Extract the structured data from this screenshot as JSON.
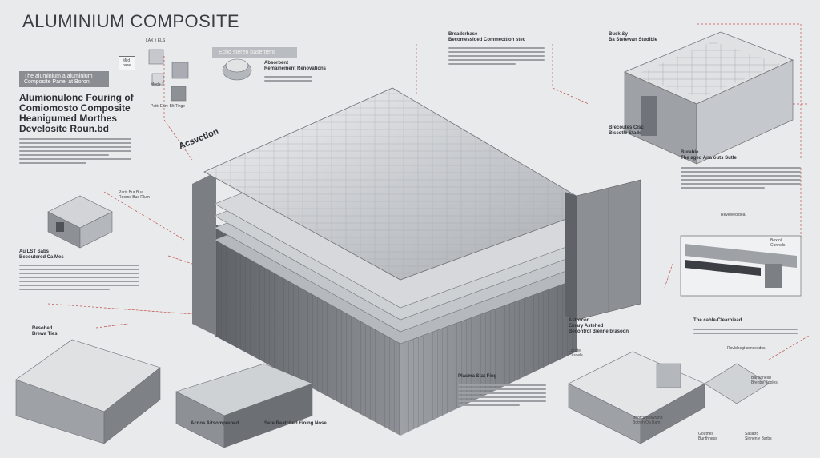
{
  "title": "ALUMINIUM COMPOSITE",
  "tags": {
    "left_tag": "The aluminium a aluminium\nComposite Panel at Boron",
    "top_center_tag": "Echo stereo basement",
    "small_box": "Mild\nbase"
  },
  "left_heading": [
    "Alumionulone Fouring of",
    "Comiomosto Composite",
    "Heanigumed Morthes",
    "Develosite Roun.bd"
  ],
  "rotated_label": "Acsvction",
  "labels": {
    "lax": "LAX fi ELS",
    "mode": "Mode 7",
    "patt": "Patt: Eart: Blt Tinge",
    "top_mid": "Absorbent\nRemainement Renovations",
    "top_c2": "Breaderbase\nBecomessioed Commecttion sted",
    "top_right": "Buck &y\nBa Stetewan Studible",
    "right_mid1": "Brecoutes Cisc\nBiscotle Stade",
    "right_mid2": "Burable\nThe aged Ana outs Sutle",
    "left_mid": "Au LST Sabs\nBecoutered Ca Mes",
    "left_low": "Resobed\nBrewa Ties",
    "left_bot_a": "Acnos Aitsomprened",
    "left_bot_b": "Sere Reatched Fioing Nose",
    "bottom_c": "Plasma Stat Fing",
    "bottom_r1": "Astrocor\nEmary Astehed\nBecontrol Biennelbrasoon",
    "bottom_r2": "The cable-Clearniead",
    "bottom_r3": "Rovldosgt concesdos",
    "right_small1": "Revelved bea",
    "right_small2": "Bextol\nConnels",
    "tiny1": "Paris Bur Bua\nRooms Bus Rlum",
    "tiny2": "Locate\nCassels",
    "tiny3": "Bootcs Bolwrand\nBotreh Oa Bam",
    "tiny4": "Gouthes\nBunthness",
    "tiny5": "Bansonelid\nBrenbe Bdoles",
    "tiny6": "Satiatrd\nSinnenly Barbs"
  },
  "colors": {
    "bg": "#e9eaeb",
    "accent": "#c0504d",
    "metal": "#a9adb3",
    "dark": "#3a3d42"
  }
}
